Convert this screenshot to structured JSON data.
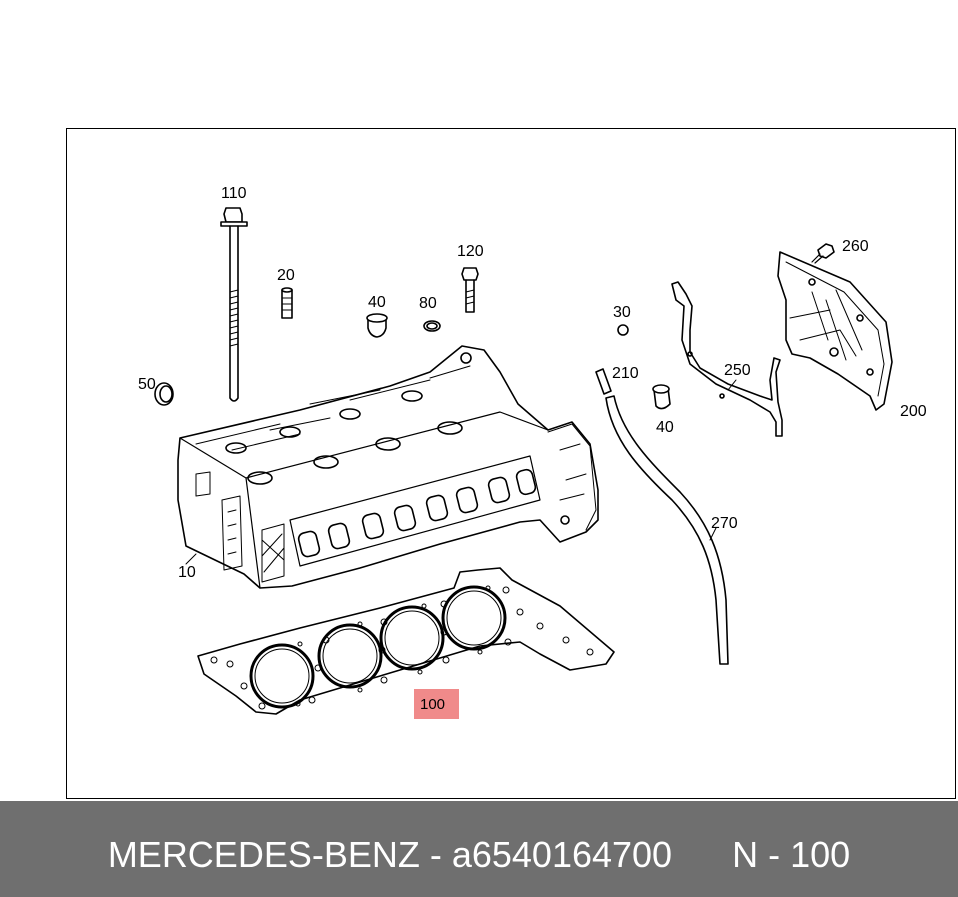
{
  "callouts": {
    "c110": "110",
    "c20": "20",
    "c40a": "40",
    "c80": "80",
    "c120": "120",
    "c30": "30",
    "c210": "210",
    "c40b": "40",
    "c250": "250",
    "c260": "260",
    "c200": "200",
    "c50": "50",
    "c10": "10",
    "c270": "270",
    "c100": "100"
  },
  "footer": {
    "brand": "MERCEDES-BENZ",
    "separator": " - ",
    "part_number": "a6540164700",
    "position": "N - 100"
  },
  "colors": {
    "highlight": "#f08a8a",
    "footer_bg": "#6f6f6f",
    "footer_text": "#ffffff"
  }
}
